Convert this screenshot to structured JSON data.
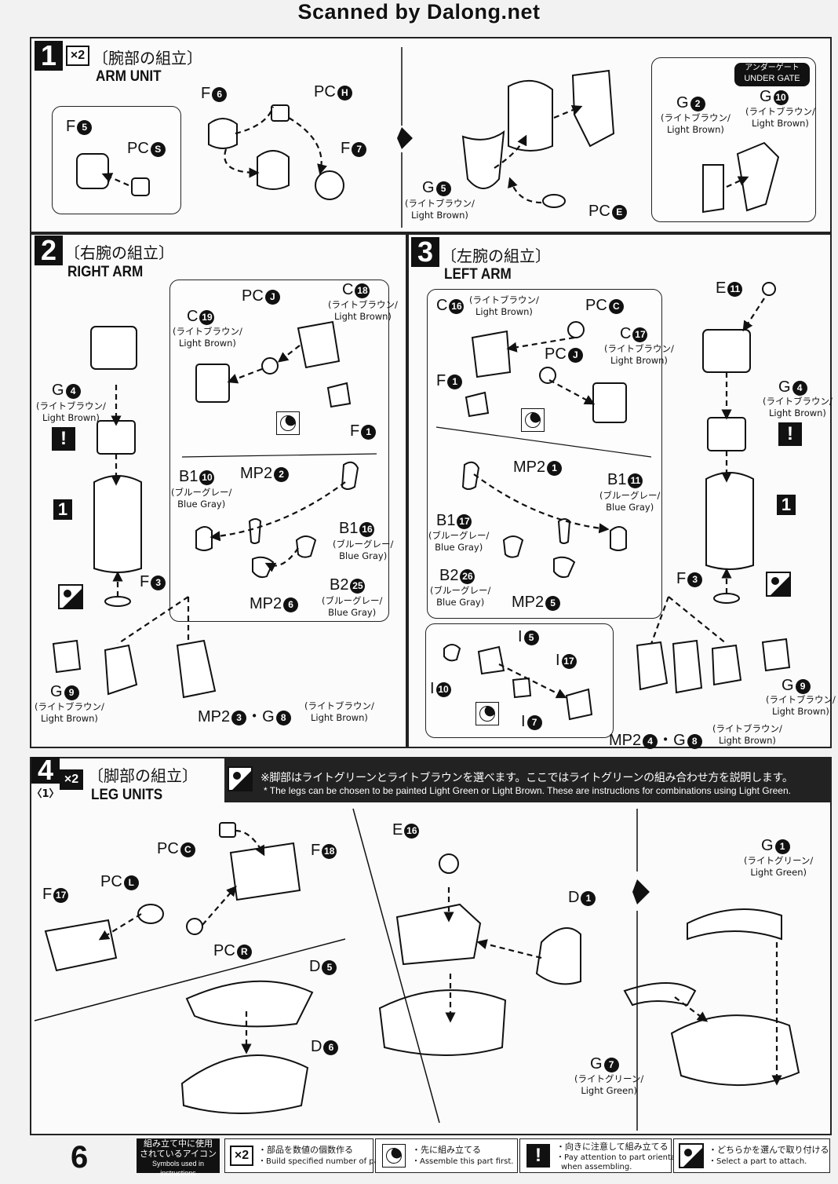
{
  "watermark": "Scanned by Dalong.net",
  "page_number": "6",
  "step1": {
    "number": "1",
    "multiplier": "×2",
    "title_jp": "〔腕部の組立〕",
    "title_en": "ARM UNIT",
    "parts": {
      "f6": "F",
      "f6n": "6",
      "pch": "PC",
      "pchn": "H",
      "f5": "F",
      "f5n": "5",
      "pcs": "PC",
      "pcsn": "S",
      "f7": "F",
      "f7n": "7",
      "g5": "G",
      "g5n": "5",
      "g5sub1": "(ライトブラウン/",
      "g5sub2": "Light Brown)",
      "pce": "PC",
      "pcen": "E"
    },
    "under_gate": {
      "jp": "アンダーゲート",
      "en": "UNDER GATE"
    },
    "g2": "G",
    "g2n": "2",
    "g2sub1": "(ライトブラウン/",
    "g2sub2": "Light Brown)",
    "g10": "G",
    "g10n": "10",
    "g10sub1": "(ライトブラウン/",
    "g10sub2": "Light Brown)"
  },
  "step2": {
    "number": "2",
    "title_jp": "〔右腕の組立〕",
    "title_en": "RIGHT ARM",
    "pcj": "PC",
    "pcjn": "J",
    "c18": "C",
    "c18n": "18",
    "c18sub1": "(ライトブラウン/",
    "c18sub2": "Light Brown)",
    "c19": "C",
    "c19n": "19",
    "c19sub1": "(ライトブラウン/",
    "c19sub2": "Light Brown)",
    "f1": "F",
    "f1n": "1",
    "g4": "G",
    "g4n": "4",
    "g4sub1": "(ライトブラウン/",
    "g4sub2": "Light Brown)",
    "b110": "B1",
    "b110n": "10",
    "b110sub1": "(ブルーグレー/",
    "b110sub2": "Blue Gray)",
    "mp22": "MP2",
    "mp22n": "2",
    "b116": "B1",
    "b116n": "16",
    "b116sub1": "(ブルーグレー/",
    "b116sub2": "Blue Gray)",
    "b225": "B2",
    "b225n": "25",
    "b225sub1": "(ブルーグレー/",
    "b225sub2": "Blue Gray)",
    "mp26": "MP2",
    "mp26n": "6",
    "ref1": "1",
    "f3": "F",
    "f3n": "3",
    "g9": "G",
    "g9n": "9",
    "g9sub1": "(ライトブラウン/",
    "g9sub2": "Light Brown)",
    "mp23": "MP2",
    "mp23n": "3",
    "dot": "・",
    "g8": "G",
    "g8n": "8",
    "g8sub1": "(ライトブラウン/",
    "g8sub2": "Light Brown)"
  },
  "step3": {
    "number": "3",
    "title_jp": "〔左腕の組立〕",
    "title_en": "LEFT ARM",
    "c16": "C",
    "c16n": "16",
    "c16sub1": "(ライトブラウン/",
    "c16sub2": "Light Brown)",
    "pcc": "PC",
    "pccn": "C",
    "c17": "C",
    "c17n": "17",
    "c17sub1": "(ライトブラウン/",
    "c17sub2": "Light Brown)",
    "pcj": "PC",
    "pcjn": "J",
    "f1": "F",
    "f1n": "1",
    "e11": "E",
    "e11n": "11",
    "g4": "G",
    "g4n": "4",
    "g4sub1": "(ライトブラウン/",
    "g4sub2": "Light Brown)",
    "mp21": "MP2",
    "mp21n": "1",
    "b111": "B1",
    "b111n": "11",
    "b111sub1": "(ブルーグレー/",
    "b111sub2": "Blue Gray)",
    "b117": "B1",
    "b117n": "17",
    "b117sub1": "(ブルーグレー/",
    "b117sub2": "Blue Gray)",
    "b226": "B2",
    "b226n": "26",
    "b226sub1": "(ブルーグレー/",
    "b226sub2": "Blue Gray)",
    "mp25": "MP2",
    "mp25n": "5",
    "ref1": "1",
    "f3": "F",
    "f3n": "3",
    "i5": "I",
    "i5n": "5",
    "i17": "I",
    "i17n": "17",
    "i10": "I",
    "i10n": "10",
    "i7": "I",
    "i7n": "7",
    "g9": "G",
    "g9n": "9",
    "g9sub1": "(ライトブラウン/",
    "g9sub2": "Light Brown)",
    "mp24": "MP2",
    "mp24n": "4",
    "dot": "・",
    "g8": "G",
    "g8n": "8",
    "g8sub1": "(ライトブラウン/",
    "g8sub2": "Light Brown)"
  },
  "step4": {
    "number": "4",
    "subnumber": "〈1〉",
    "multiplier": "×2",
    "title_jp": "〔脚部の組立〕",
    "title_en": "LEG UNITS",
    "note_jp": "※脚部はライトグリーンとライトブラウンを選べます。ここではライトグリーンの組み合わせ方を説明します。",
    "note_en": "* The legs can be chosen to be painted Light Green or Light Brown. These are instructions for combinations using Light Green.",
    "pcc": "PC",
    "pccn": "C",
    "f18": "F",
    "f18n": "18",
    "pcl": "PC",
    "pcln": "L",
    "f17": "F",
    "f17n": "17",
    "pcr": "PC",
    "pcrn": "R",
    "d5": "D",
    "d5n": "5",
    "d6": "D",
    "d6n": "6",
    "e16": "E",
    "e16n": "16",
    "d1": "D",
    "d1n": "1",
    "g1": "G",
    "g1n": "1",
    "g1sub1": "(ライトグリーン/",
    "g1sub2": "Light Green)",
    "g7": "G",
    "g7n": "7",
    "g7sub1": "(ライトグリーン/",
    "g7sub2": "Light Green)"
  },
  "legend": {
    "title_jp1": "組み立て中に使用",
    "title_jp2": "されているアイコン",
    "title_en": "Symbols used in instructions",
    "x2_icon": "×2",
    "x2_jp": "・部品を数値の個数作る",
    "x2_en": "・Build specified number of parts.",
    "first_jp": "・先に組み立てる",
    "first_en": "・Assemble this part first.",
    "warn_icon": "!",
    "warn_jp": "・向きに注意して組み立てる",
    "warn_en1": "・Pay attention to part orientation",
    "warn_en2": "when assembling.",
    "choice_jp": "・どちらかを選んで取り付ける",
    "choice_en": "・Select a part to attach."
  }
}
